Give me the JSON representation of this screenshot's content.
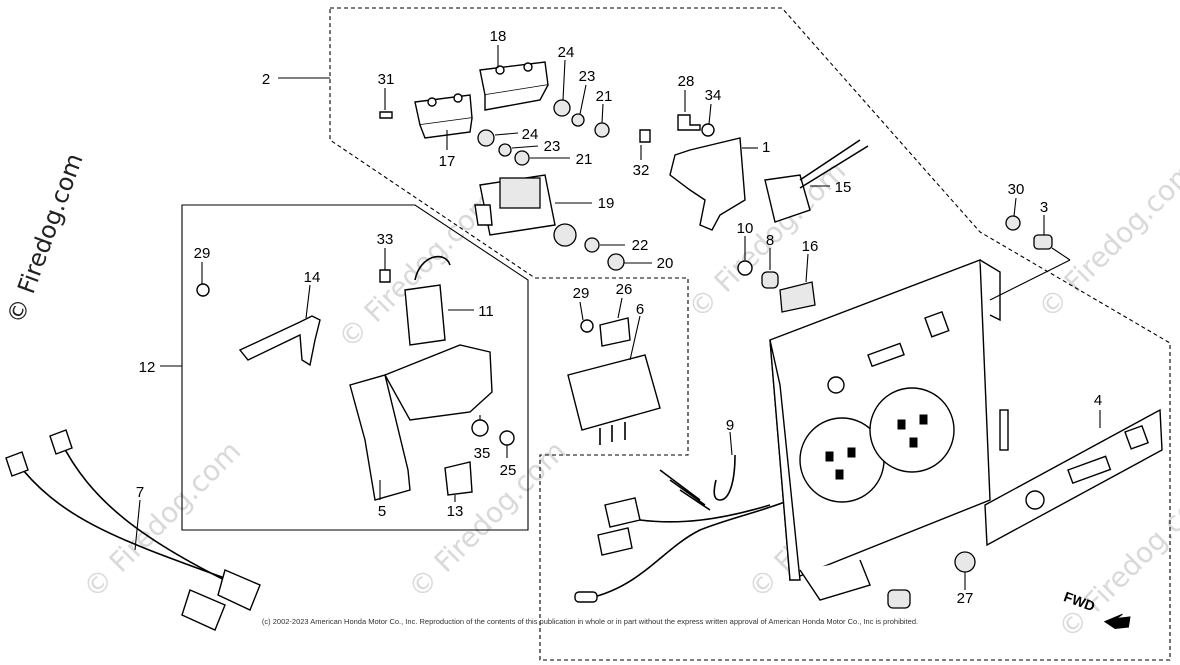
{
  "callouts": [
    {
      "id": "c1",
      "label": "1"
    },
    {
      "id": "c2",
      "label": "2"
    },
    {
      "id": "c3",
      "label": "3"
    },
    {
      "id": "c4",
      "label": "4"
    },
    {
      "id": "c5",
      "label": "5"
    },
    {
      "id": "c6",
      "label": "6"
    },
    {
      "id": "c7",
      "label": "7"
    },
    {
      "id": "c8",
      "label": "8"
    },
    {
      "id": "c9",
      "label": "9"
    },
    {
      "id": "c10",
      "label": "10"
    },
    {
      "id": "c11",
      "label": "11"
    },
    {
      "id": "c12",
      "label": "12"
    },
    {
      "id": "c13",
      "label": "13"
    },
    {
      "id": "c14",
      "label": "14"
    },
    {
      "id": "c15",
      "label": "15"
    },
    {
      "id": "c16",
      "label": "16"
    },
    {
      "id": "c17",
      "label": "17"
    },
    {
      "id": "c18",
      "label": "18"
    },
    {
      "id": "c19",
      "label": "19"
    },
    {
      "id": "c20",
      "label": "20"
    },
    {
      "id": "c21a",
      "label": "21"
    },
    {
      "id": "c21b",
      "label": "21"
    },
    {
      "id": "c22",
      "label": "22"
    },
    {
      "id": "c23a",
      "label": "23"
    },
    {
      "id": "c23b",
      "label": "23"
    },
    {
      "id": "c24a",
      "label": "24"
    },
    {
      "id": "c24b",
      "label": "24"
    },
    {
      "id": "c25",
      "label": "25"
    },
    {
      "id": "c26",
      "label": "26"
    },
    {
      "id": "c27",
      "label": "27"
    },
    {
      "id": "c28",
      "label": "28"
    },
    {
      "id": "c29a",
      "label": "29"
    },
    {
      "id": "c29b",
      "label": "29"
    },
    {
      "id": "c30",
      "label": "30"
    },
    {
      "id": "c31",
      "label": "31"
    },
    {
      "id": "c32",
      "label": "32"
    },
    {
      "id": "c33",
      "label": "33"
    },
    {
      "id": "c34",
      "label": "34"
    },
    {
      "id": "c35",
      "label": "35"
    }
  ],
  "direction_label": "FWD",
  "watermark": "© Firedog.com",
  "copyright": "(c) 2002-2023 American Honda Motor Co., Inc. Reproduction of the contents of this publication in whole or in part without the express written approval of American Honda Motor Co., Inc is prohibited."
}
